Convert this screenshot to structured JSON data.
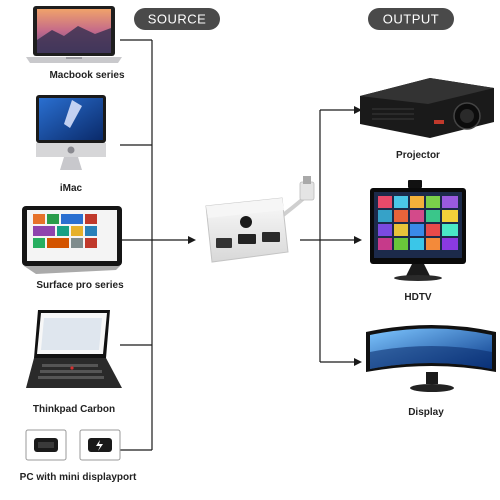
{
  "headers": {
    "source": "SOURCE",
    "output": "OUTPUT"
  },
  "sources": [
    {
      "label": "Macbook series",
      "icon": "macbook-laptop-icon"
    },
    {
      "label": "iMac",
      "icon": "imac-desktop-icon"
    },
    {
      "label": "Surface pro series",
      "icon": "surface-tablet-icon"
    },
    {
      "label": "Thinkpad Carbon",
      "icon": "thinkpad-laptop-icon"
    },
    {
      "label": "PC with mini displayport",
      "icon": "mini-displayport-icon"
    }
  ],
  "outputs": [
    {
      "label": "Projector",
      "icon": "projector-icon"
    },
    {
      "label": "HDTV",
      "icon": "hdtv-icon"
    },
    {
      "label": "Display",
      "icon": "curved-monitor-icon"
    }
  ],
  "adapter": {
    "icon": "adapter-hub-icon"
  },
  "colors": {
    "pill": "#4a4a4a",
    "line": "#1a1a1a",
    "text": "#222222"
  }
}
